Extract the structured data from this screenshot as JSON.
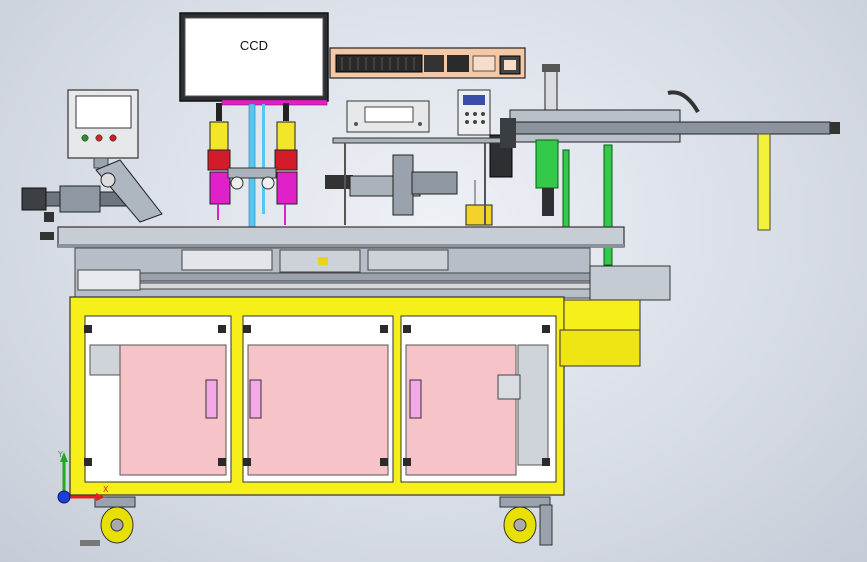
{
  "monitor": {
    "label": "CCD"
  },
  "triad": {
    "x_label": "X",
    "y_label": "Y"
  },
  "colors": {
    "background": "#d9dee7",
    "frame_yellow": "#f7ef1a",
    "panel_pink": "#f6c3c8",
    "rail_gray": "#9aa3ad",
    "accent_magenta": "#e021c9",
    "accent_green": "#34c94a",
    "accent_cyan": "#58c6f0",
    "pcb_green": "#1d8f3a"
  },
  "icons": [
    "triad-axis-icon",
    "caster-wheel-icon"
  ]
}
